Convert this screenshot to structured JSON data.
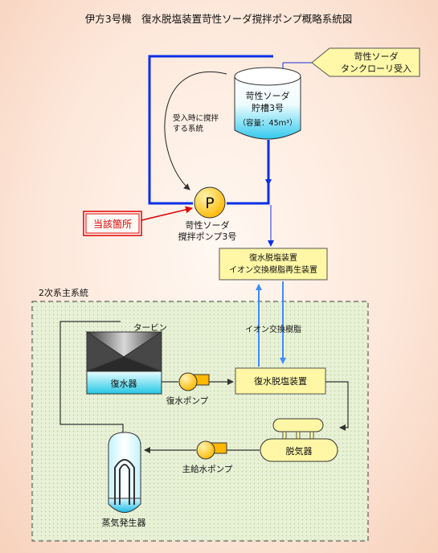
{
  "title": "伊方3号機　復水脱塩装置苛性ソーダ撹拌ポンプ概略系統図",
  "callout": {
    "line1": "苛性ソーダ",
    "line2": "タンクローリ受入"
  },
  "tank": {
    "line1": "苛性ソーダ",
    "line2": "貯槽3号",
    "line3": "（容量：45ｍ³）"
  },
  "loop_note": {
    "line1": "受入時に撹拌",
    "line2": "する系統"
  },
  "pump": {
    "symbol": "P",
    "line1": "苛性ソーダ",
    "line2": "撹拌ポンプ3号"
  },
  "target_label": "当該箇所",
  "regen": {
    "line1": "復水脱塩装置",
    "line2": "イオン交換樹脂再生装置"
  },
  "secondary_label": "2次系主系統",
  "resin_label": "イオン交換樹脂",
  "turbine_label": "タービン",
  "condenser_label": "復水器",
  "condensate_pump_label": "復水ポンプ",
  "demineralizer_label": "復水脱塩装置",
  "deaerator_label": "脱気器",
  "feed_pump_label": "主給水ポンプ",
  "sg_label": "蒸気発生器",
  "colors": {
    "blue_line": "#0a2fe6",
    "light_blue_line": "#3f8cff",
    "yellow_fill": "#fff7a6",
    "pump_fill": "#ffc800",
    "target_red": "#e00000",
    "system_area": "#e6f0d2"
  }
}
